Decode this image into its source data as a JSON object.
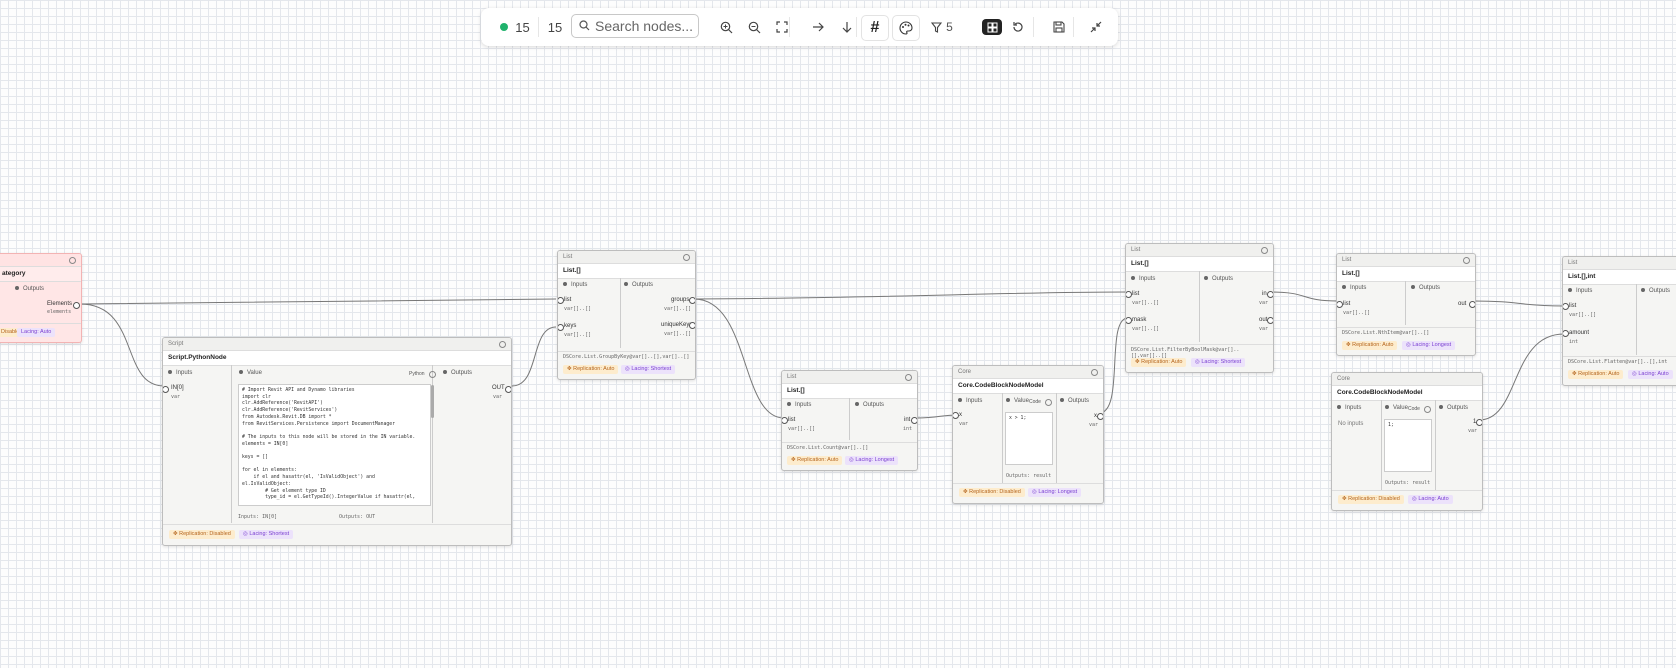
{
  "toolbar": {
    "nodes_count": "15",
    "wires_count": "15",
    "search_placeholder": "Search nodes...",
    "filter_count": "5"
  },
  "nodes": {
    "category": {
      "name": "ategory",
      "out_label": "Elements",
      "out_type": "elements",
      "replication": "Disabled",
      "lacing": "Auto",
      "lacing_label": "Lacing:"
    },
    "python": {
      "category": "Script",
      "name": "Script.PythonNode",
      "inputs": "Inputs",
      "value": "Value",
      "outputs": "Outputs",
      "lang": "Python",
      "in_name": "IN[0]",
      "in_type": "var",
      "out_name": "OUT",
      "out_type": "var",
      "code": "# Import Revit API and Dynamo libraries\nimport clr\nclr.AddReference('RevitAPI')\nclr.AddReference('RevitServices')\nfrom Autodesk.Revit.DB import *\nfrom RevitServices.Persistence import DocumentManager\n\n# The inputs to this node will be stored in the IN variable.\nelements = IN[0]\n\nkeys = []\n\nfor el in elements:\n    if el and hasattr(el, 'IsValidObject') and\nel.IsValidObject:\n        # Get element type ID\n        type_id = el.GetTypeId().IntegerValue if hasattr(el,",
      "foot_in": "Inputs: IN[0]",
      "foot_out": "Outputs: OUT",
      "replication": "Disabled",
      "lacing": "Shortest",
      "replication_label": "Replication:",
      "lacing_label": "Lacing:"
    },
    "groupby": {
      "category": "List",
      "name": "List.[]",
      "inputs": "Inputs",
      "outputs": "Outputs",
      "in1": "list",
      "in1_t": "var[]..[]",
      "in2": "keys",
      "in2_t": "var[]..[]",
      "out1": "groups",
      "out1_t": "var[]..[]",
      "out2": "uniqueKeys",
      "out2_t": "var[]..[]",
      "sig": "DSCore.List.GroupByKey@var[]..[],var[]..[]",
      "replication": "Auto",
      "lacing": "Shortest",
      "replication_label": "Replication:",
      "lacing_label": "Lacing:"
    },
    "count": {
      "category": "List",
      "name": "List.[]",
      "inputs": "Inputs",
      "outputs": "Outputs",
      "in1": "list",
      "in1_t": "var[]..[]",
      "out1": "int",
      "out1_t": "int",
      "sig": "DSCore.List.Count@var[]..[]",
      "replication": "Auto",
      "lacing": "Longest",
      "replication_label": "Replication:",
      "lacing_label": "Lacing:"
    },
    "cbn1": {
      "category": "Core",
      "name": "Core.CodeBlockNodeModel",
      "inputs": "Inputs",
      "value": "Value",
      "code_label": "Code",
      "outputs": "Outputs",
      "in1": "x",
      "in1_t": "var",
      "out1": "x",
      "out1_t": "var",
      "code": "x > 1;",
      "foot_out": "Outputs: result",
      "replication": "Disabled",
      "lacing": "Longest",
      "replication_label": "Replication:",
      "lacing_label": "Lacing:"
    },
    "filter": {
      "category": "List",
      "name": "List.[]",
      "inputs": "Inputs",
      "outputs": "Outputs",
      "in1": "list",
      "in1_t": "var[]..[]",
      "in2": "mask",
      "in2_t": "var[]..[]",
      "out1": "in",
      "out1_t": "var",
      "out2": "out",
      "out2_t": "var",
      "sig": "DSCore.List.FilterByBoolMask@var[]..[],var[]..[]",
      "replication": "Auto",
      "lacing": "Shortest",
      "replication_label": "Replication:",
      "lacing_label": "Lacing:"
    },
    "nth": {
      "category": "List",
      "name": "List.[]",
      "inputs": "Inputs",
      "outputs": "Outputs",
      "in1": "list",
      "in1_t": "var[]..[]",
      "out1": "out",
      "sig": "DSCore.List.NthItem@var[]..[]",
      "replication": "Auto",
      "lacing": "Longest",
      "replication_label": "Replication:",
      "lacing_label": "Lacing:"
    },
    "cbn2": {
      "category": "Core",
      "name": "Core.CodeBlockNodeModel",
      "inputs": "Inputs",
      "value": "Value",
      "code_label": "Code",
      "outputs": "Outputs",
      "no_input": "No inputs",
      "out1": "1",
      "out1_t": "var",
      "code": "1;",
      "foot_out": "Outputs: result",
      "replication": "Disabled",
      "lacing": "Auto",
      "replication_label": "Replication:",
      "lacing_label": "Lacing:"
    },
    "flatten": {
      "category": "List",
      "name": "List.[],int",
      "inputs": "Inputs",
      "outputs": "Outputs",
      "in1": "list",
      "in1_t": "var[]..[]",
      "in2": "amount",
      "in2_t": "int",
      "sig": "DSCore.List.Flatten@var[]..[],int",
      "replication": "Auto",
      "lacing": "Auto",
      "replication_label": "Replication:",
      "lacing_label": "Lacing:"
    }
  }
}
